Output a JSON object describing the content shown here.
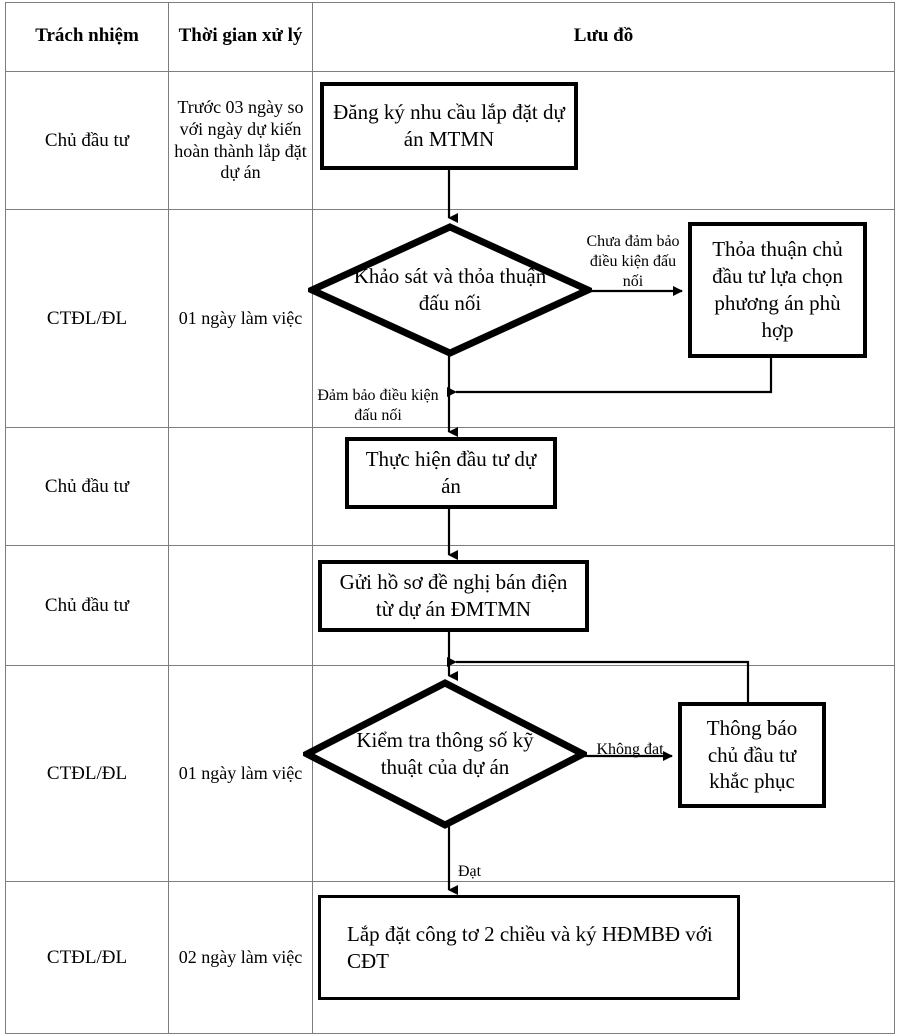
{
  "table": {
    "headers": [
      "Trách nhiệm",
      "Thời gian xử lý",
      "Lưu đồ"
    ],
    "rows": [
      {
        "responsibility": "Chủ đầu tư",
        "time": "Trước 03 ngày so với ngày dự kiến hoàn thành lắp đặt dự án"
      },
      {
        "responsibility": "CTĐL/ĐL",
        "time": "01 ngày làm việc"
      },
      {
        "responsibility": "Chủ đầu tư",
        "time": ""
      },
      {
        "responsibility": "Chủ đầu tư",
        "time": ""
      },
      {
        "responsibility": "CTĐL/ĐL",
        "time": "01 ngày làm việc"
      },
      {
        "responsibility": "CTĐL/ĐL",
        "time": "02 ngày làm việc"
      }
    ]
  },
  "flow": {
    "nodes": {
      "register": "Đăng ký nhu cầu lắp đặt dự án MTMN",
      "survey_decision": "Khảo sát và thỏa thuận đấu nối",
      "agreement_box": "Thỏa thuận chủ đầu tư lựa chọn phương án phù hợp",
      "invest": "Thực hiện đầu tư dự án",
      "submit": "Gửi hồ sơ đề nghị bán điện từ dự án ĐMTMN",
      "check_decision": "Kiểm tra thông số kỹ thuật của dự án",
      "notify_box": "Thông báo chủ đầu tư khắc phục",
      "install": "Lắp đặt công tơ 2 chiều và ký HĐMBĐ với CĐT"
    },
    "edge_labels": {
      "not_qualified": "Chưa đảm bảo điều kiện đấu nối",
      "qualified": "Đảm bảo điều kiện đấu nối",
      "fail": "Không đạt",
      "pass": "Đạt"
    }
  },
  "colors": {
    "line": "#000000",
    "grid": "#7d7d7d",
    "background": "#ffffff"
  }
}
